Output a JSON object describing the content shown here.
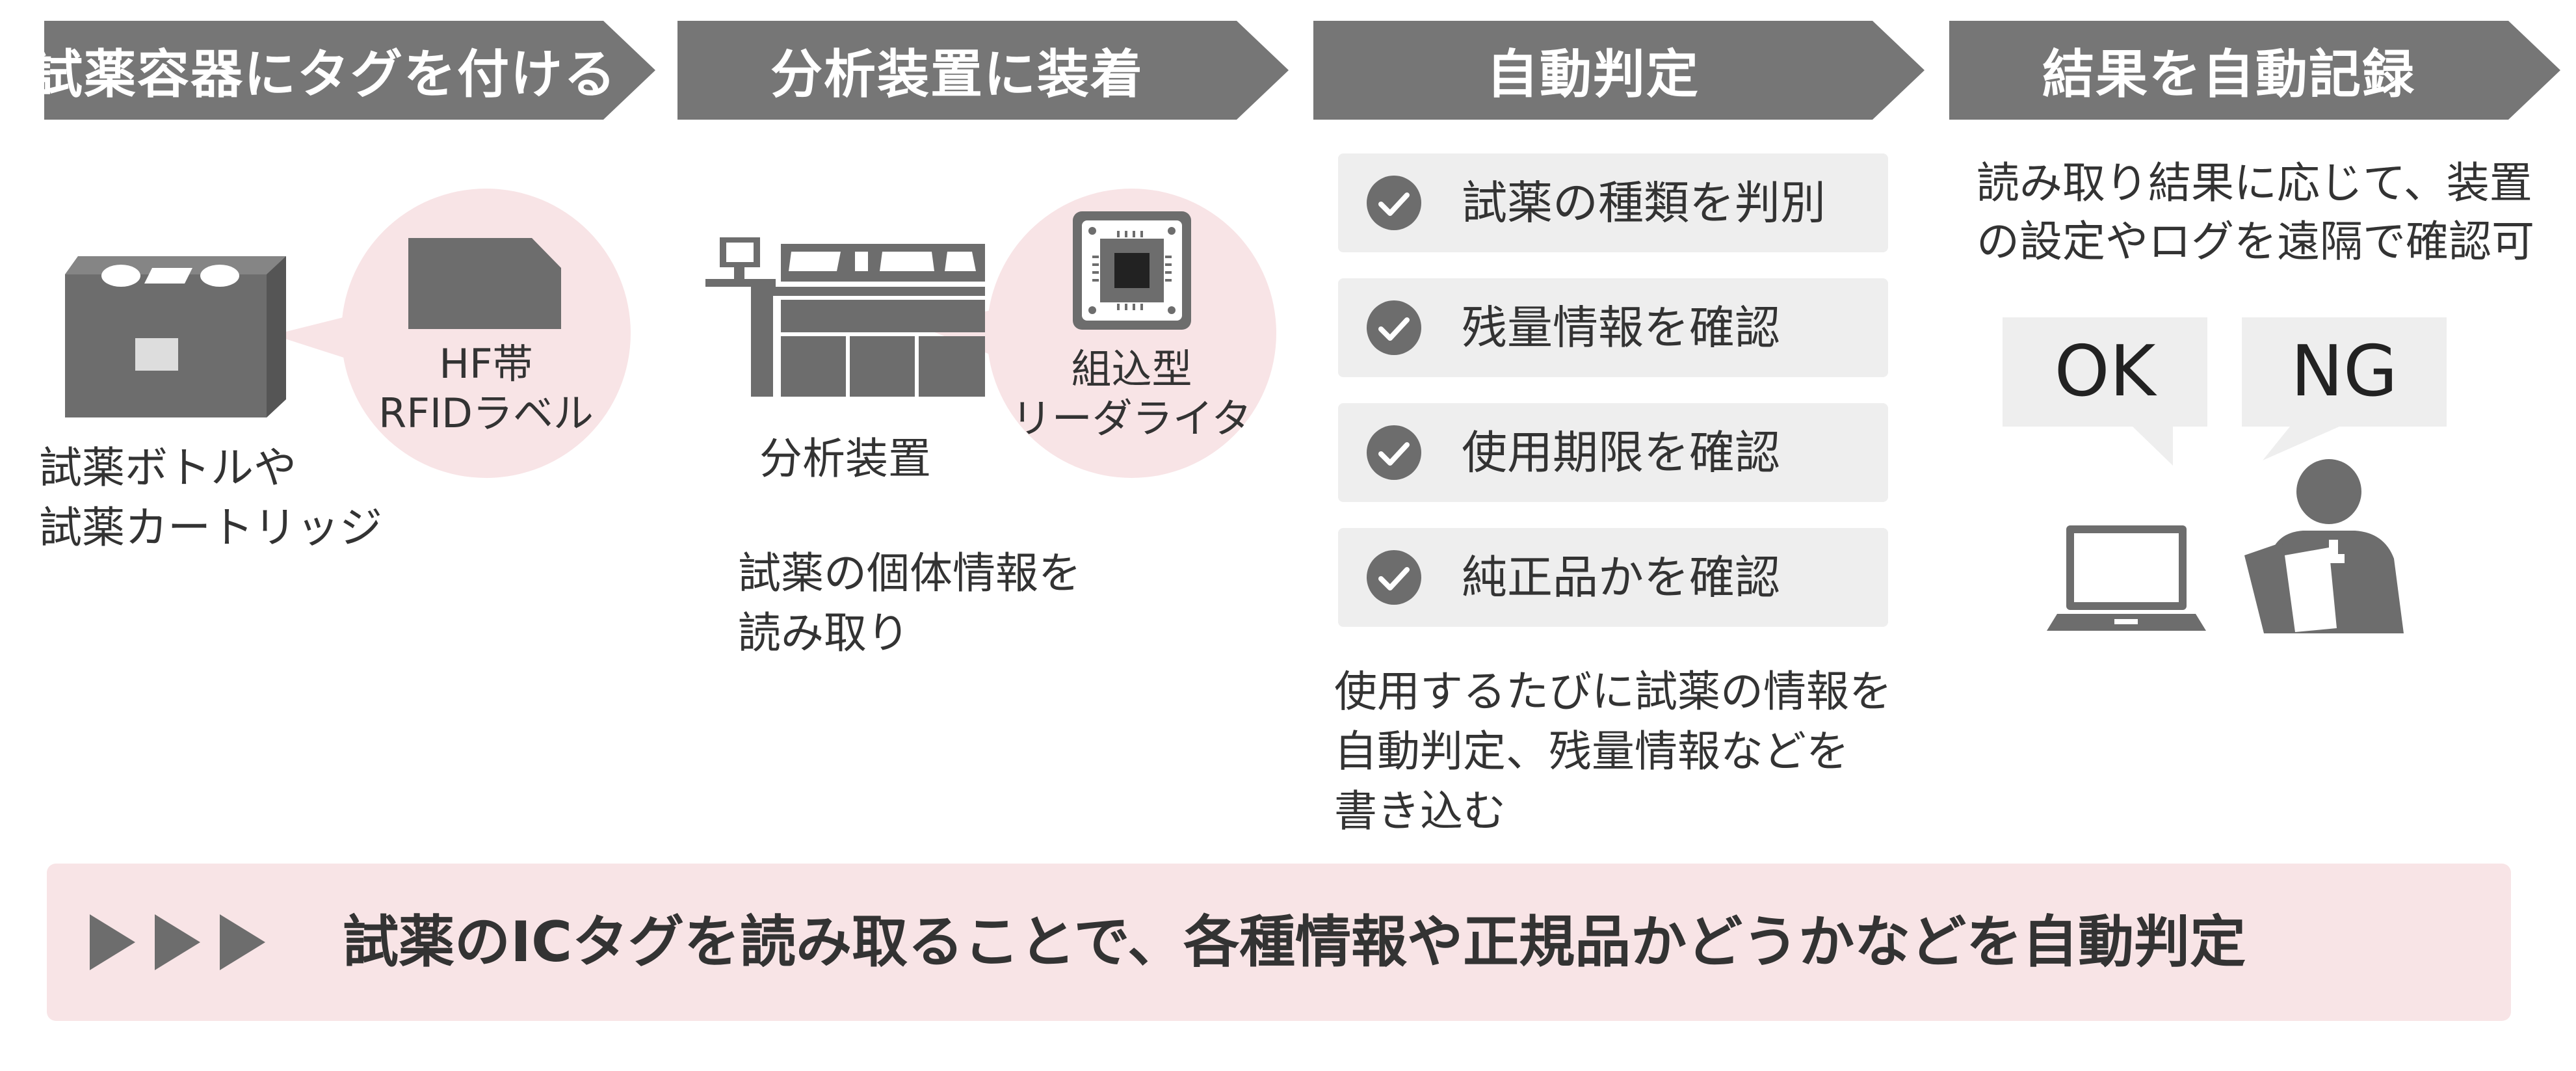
{
  "steps": [
    {
      "title": "試薬容器にタグを付ける"
    },
    {
      "title": "分析装置に装着"
    },
    {
      "title": "自動判定"
    },
    {
      "title": "結果を自動記録"
    }
  ],
  "step1": {
    "tag_label_line1": "HF帯",
    "tag_label_line2": "RFIDラベル",
    "caption_line1": "試薬ボトルや",
    "caption_line2": "試薬カートリッジ"
  },
  "step2": {
    "reader_label_line1": "組込型",
    "reader_label_line2": "リーダライタ",
    "device_label": "分析装置",
    "desc_line1": "試薬の個体情報を",
    "desc_line2": "読み取り"
  },
  "step3": {
    "checks": [
      {
        "label": "試薬の種類を判別"
      },
      {
        "label": "残量情報を確認"
      },
      {
        "label": "使用期限を確認"
      },
      {
        "label": "純正品かを確認"
      }
    ],
    "desc_line1": "使用するたびに試薬の情報を",
    "desc_line2": "自動判定、残量情報などを",
    "desc_line3": "書き込む"
  },
  "step4": {
    "desc_line1": "読み取り結果に応じて、装置",
    "desc_line2": "の設定やログを遠隔で確認可",
    "ok_label": "OK",
    "ng_label": "NG"
  },
  "banner": {
    "text": "試薬のICタグを読み取ることで、各種情報や正規品かどうかなどを自動判定"
  },
  "colors": {
    "header_gray": "#767676",
    "icon_gray": "#6d6d6d",
    "pink": "#f8e4e6",
    "box_gray": "#eeeeee",
    "text": "#333333"
  }
}
